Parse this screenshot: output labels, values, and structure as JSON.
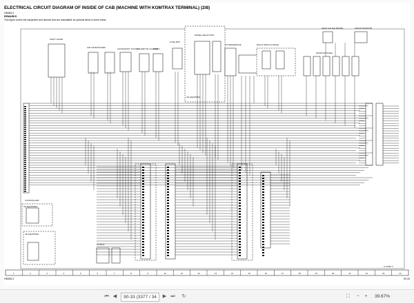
{
  "document": {
    "title": "ELECTRICAL CIRCUIT DIAGRAM OF INSIDE OF CAB (MACHINE WITH KOMTRAX TERMINAL) (2/8)",
    "model": "HB365-3",
    "remarks_label": "REMARKS",
    "note": "This figure covers the equipment and devices that are unavailable as optional items in some areas.",
    "footer_left": "HB365-3",
    "footer_right": "90-33"
  },
  "diagram": {
    "components": {
      "shift_lever": "SHIFT LEVER",
      "air_conditioner": "AIR CONDITIONER",
      "accessory_socket": "ACCESSORY SOCKET",
      "cigarette_lighter": "CIGARETTE LIGHTER",
      "radio": "RADIO",
      "fuse_box": "FUSE BOX",
      "model_sel": "MODEL SELECTION",
      "right_switch_panel": "RIGHT SWITCH PANEL",
      "head_gauge_meter": "HEAD GAUGE METER",
      "front_monitor": "FRONT MONITOR",
      "monitor_panel": "MONITOR PANEL",
      "cn_reference": "CN REFERENCE",
      "ve_equipped": "VE EQUIPPED",
      "ve_equipped2": "VE EQUIPPED",
      "ve_equipped3": "VE EQUIPPED",
      "controller": "CONTROLLER",
      "cn_box": "CN BOX"
    },
    "revision": "A 12345 4"
  },
  "grid": {
    "columns": [
      "1",
      "2",
      "3",
      "4",
      "5",
      "6",
      "7",
      "8",
      "9",
      "10",
      "11",
      "12",
      "13",
      "14",
      "15",
      "16",
      "17",
      "18",
      "19",
      "20",
      "21",
      "22",
      "23",
      "24"
    ]
  },
  "viewer": {
    "page_indicator": "90-33 (3377 / 34",
    "zoom": "39.67%",
    "icons": {
      "first": "first-page-icon",
      "prev": "prev-page-icon",
      "next": "next-page-icon",
      "last": "last-page-icon",
      "rotate": "rotate-icon",
      "fit": "fit-page-icon",
      "zoom_out": "zoom-out-icon",
      "zoom_in": "zoom-in-icon"
    }
  }
}
